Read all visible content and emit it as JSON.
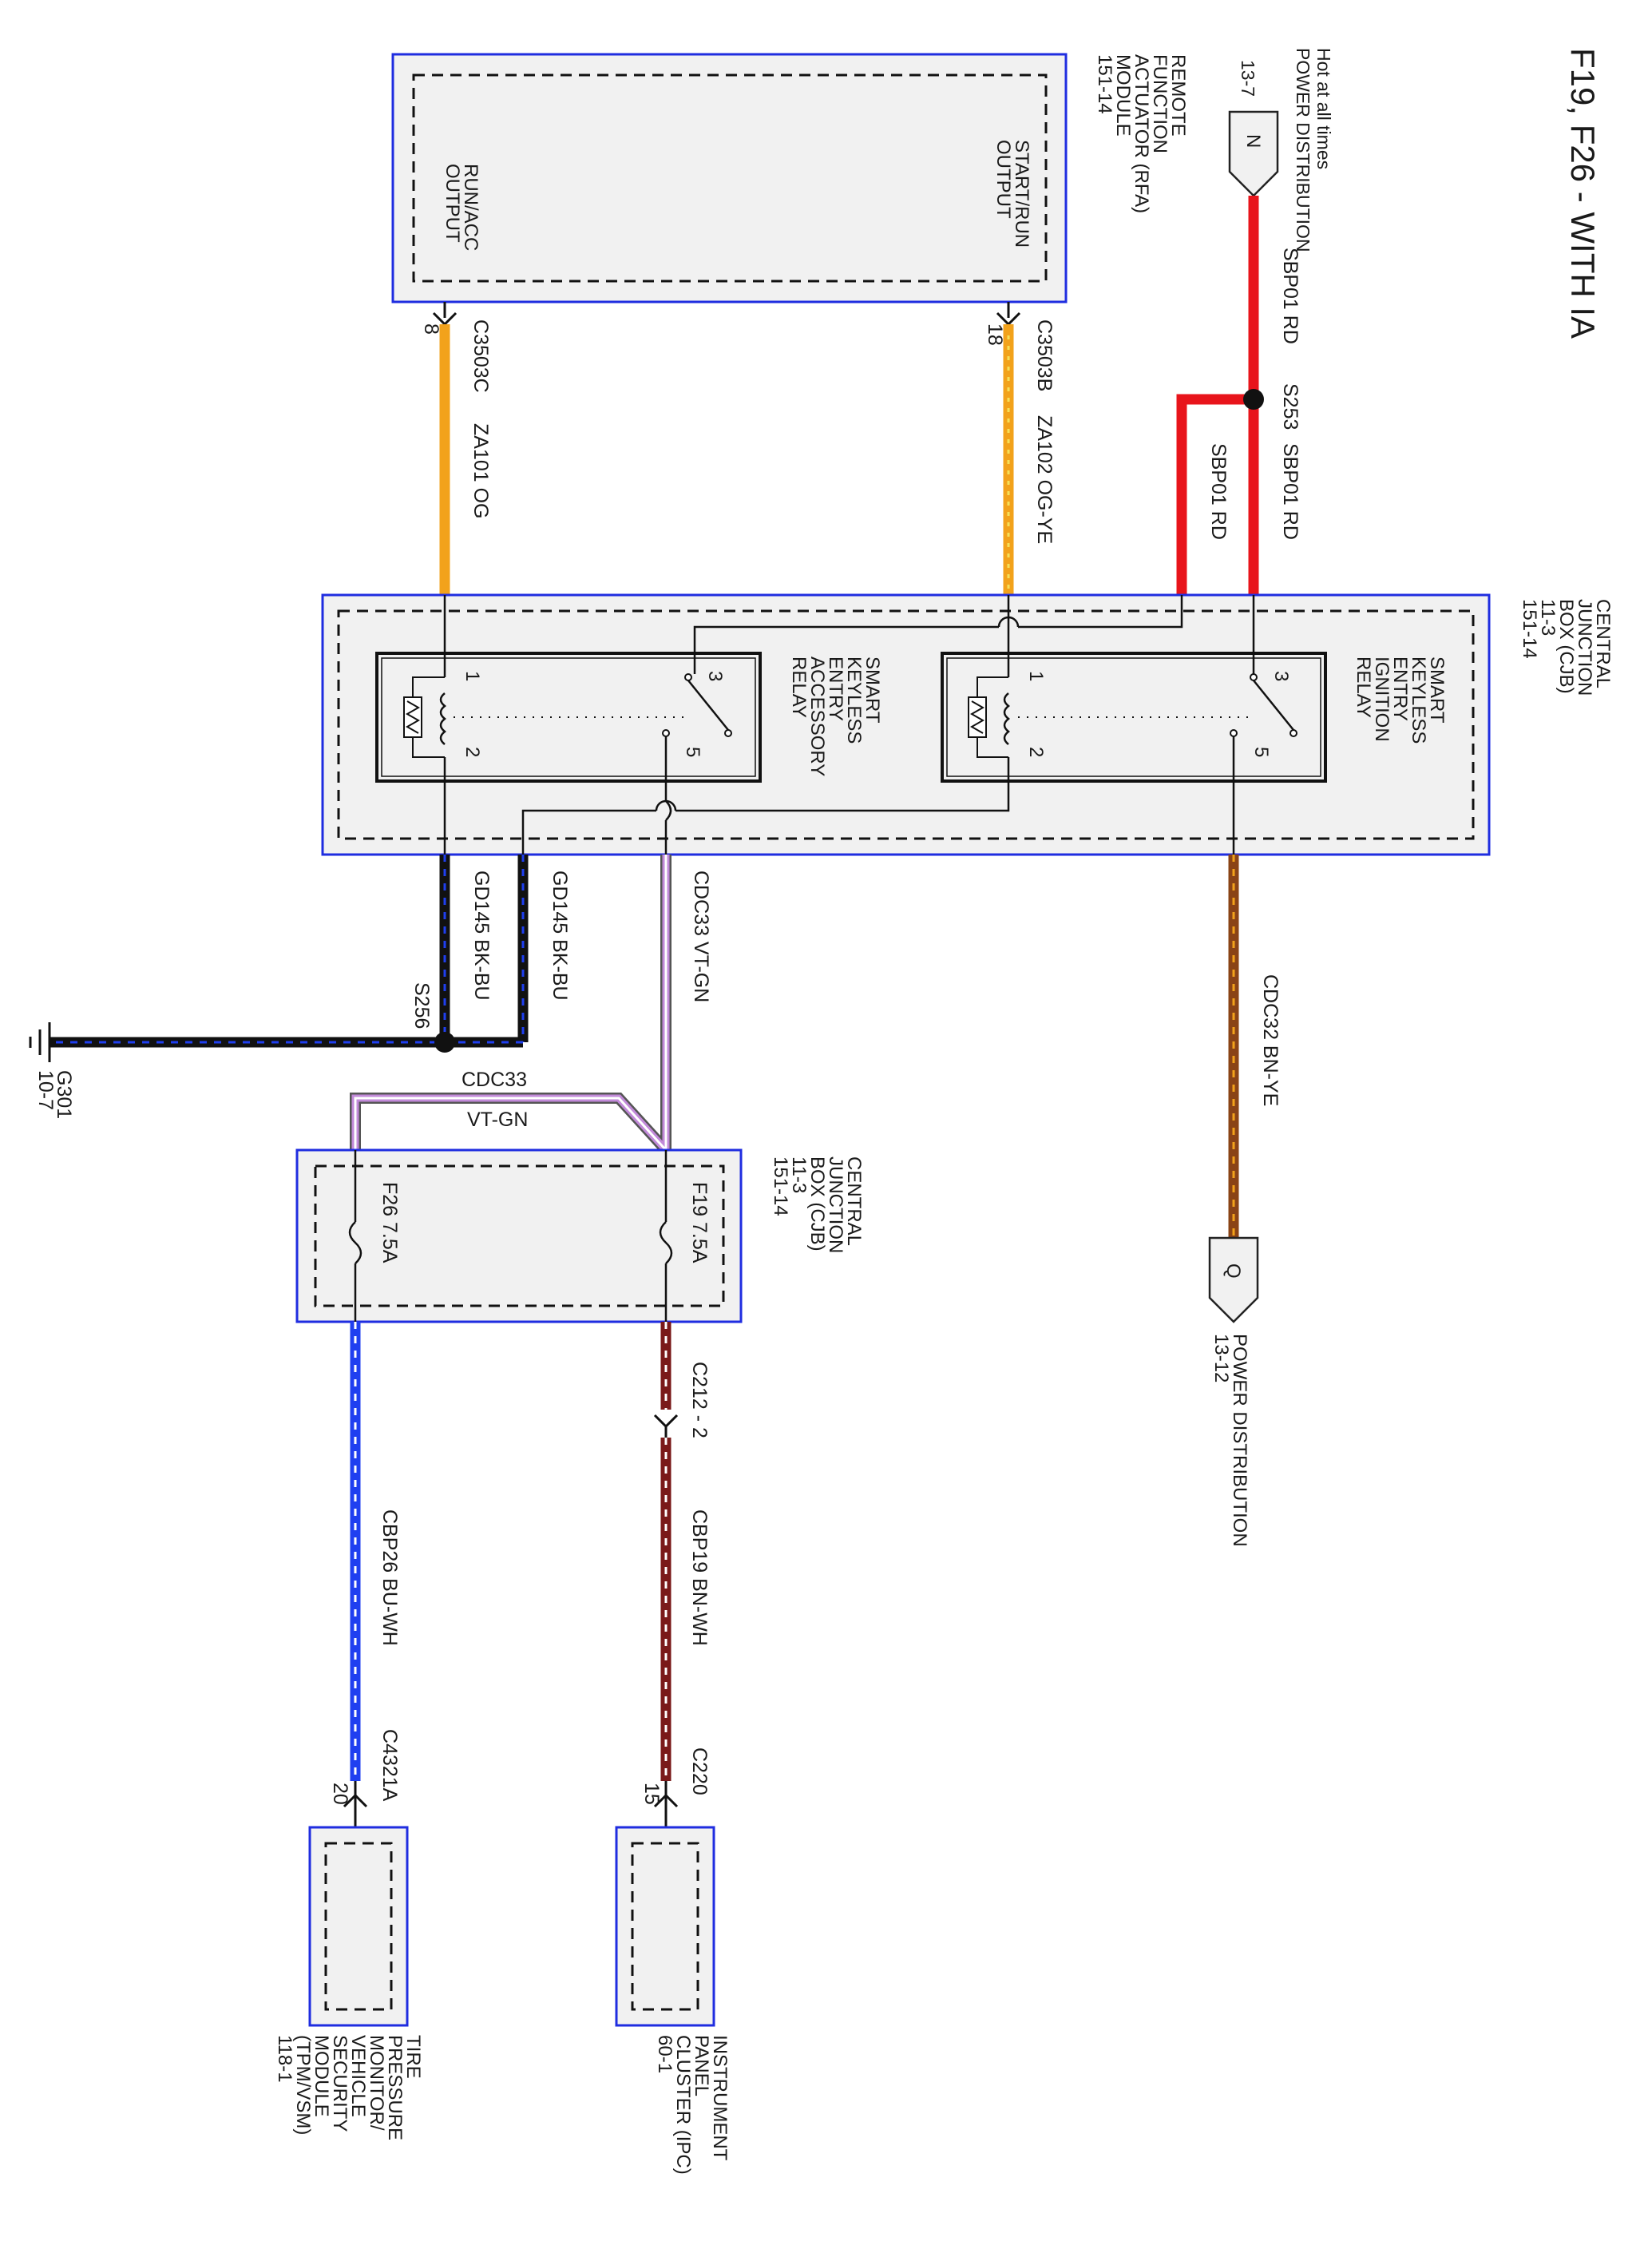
{
  "title": "F19, F26 - WITH IA",
  "hot_note": "Hot at all times",
  "power_dist_top": {
    "label": "POWER DISTRIBUTION",
    "ref": "13-7",
    "connector": "N"
  },
  "power_dist_bottom": {
    "label": "POWER DISTRIBUTION",
    "ref": "13-12",
    "connector": "Q"
  },
  "rfa": {
    "lines": [
      "REMOTE",
      "FUNCTION",
      "ACTUATOR (RFA)",
      "MODULE",
      "151-14"
    ],
    "pin_start_run": "START/RUN\nOUTPUT",
    "pin_run_acc": "RUN/ACC\nOUTPUT",
    "start_run_l1": "START/RUN",
    "start_run_l2": "OUTPUT",
    "run_acc_l1": "RUN/ACC",
    "run_acc_l2": "OUTPUT"
  },
  "cjb_top": {
    "lines": [
      "CENTRAL",
      "JUNCTION",
      "BOX (CJB)",
      "11-3",
      "151-14"
    ]
  },
  "cjb_fuse": {
    "lines": [
      "CENTRAL",
      "JUNCTION",
      "BOX (CJB)",
      "11-3",
      "151-14"
    ]
  },
  "ignition_relay": {
    "lines": [
      "SMART",
      "KEYLESS",
      "ENTRY",
      "IGNITION",
      "RELAY"
    ],
    "pins": [
      "1",
      "2",
      "3",
      "5"
    ]
  },
  "accessory_relay": {
    "lines": [
      "SMART",
      "KEYLESS",
      "ENTRY",
      "ACCESSORY",
      "RELAY"
    ],
    "pins": [
      "1",
      "2",
      "3",
      "5"
    ]
  },
  "wires": {
    "sbp01_top": "SBP01  RD",
    "s253": "S253",
    "sbp01_a": "SBP01  RD",
    "sbp01_b": "SBP01  RD",
    "za102": "ZA102  OG-YE",
    "za101": "ZA101  OG",
    "c3503b": "C3503B",
    "c3503b_pin": "18",
    "c3503c": "C3503C",
    "c3503c_pin": "8",
    "cdc32": "CDC32  BN-YE",
    "cdc33_vertical": "CDC33  VT-GN",
    "cdc33_h_circuit": "CDC33",
    "cdc33_h_color": "VT-GN",
    "gd145_a": "GD145  BK-BU",
    "gd145_b": "GD145  BK-BU",
    "s256": "S256",
    "g301": "G301",
    "g301_ref": "10-7",
    "c212": "C212 - 2",
    "cbp19": "CBP19  BN-WH",
    "cbp26": "CBP26  BU-WH",
    "c220": "C220",
    "c220_pin": "15",
    "c4321a": "C4321A",
    "c4321a_pin": "20"
  },
  "fuses": {
    "f19": "F19  7.5A",
    "f26": "F26  7.5A"
  },
  "ipc": {
    "lines": [
      "INSTRUMENT",
      "PANEL",
      "CLUSTER (IPC)",
      "60-1"
    ]
  },
  "tpm": {
    "lines": [
      "TIRE",
      "PRESSURE",
      "MONITOR/",
      "VEHICLE",
      "SECURITY",
      "MODULE",
      "(TPM/VSM)",
      "118-1"
    ]
  },
  "colors": {
    "red": "#e8141b",
    "orange": "#f2a21b",
    "brown": "#8a4316",
    "violet": "#c28ad9",
    "green": "#2e9a43",
    "black": "#111111",
    "blue": "#1f3ff0",
    "white": "#ffffff",
    "box_border": "#1f2de0",
    "box_fill": "#f1f1f1"
  }
}
